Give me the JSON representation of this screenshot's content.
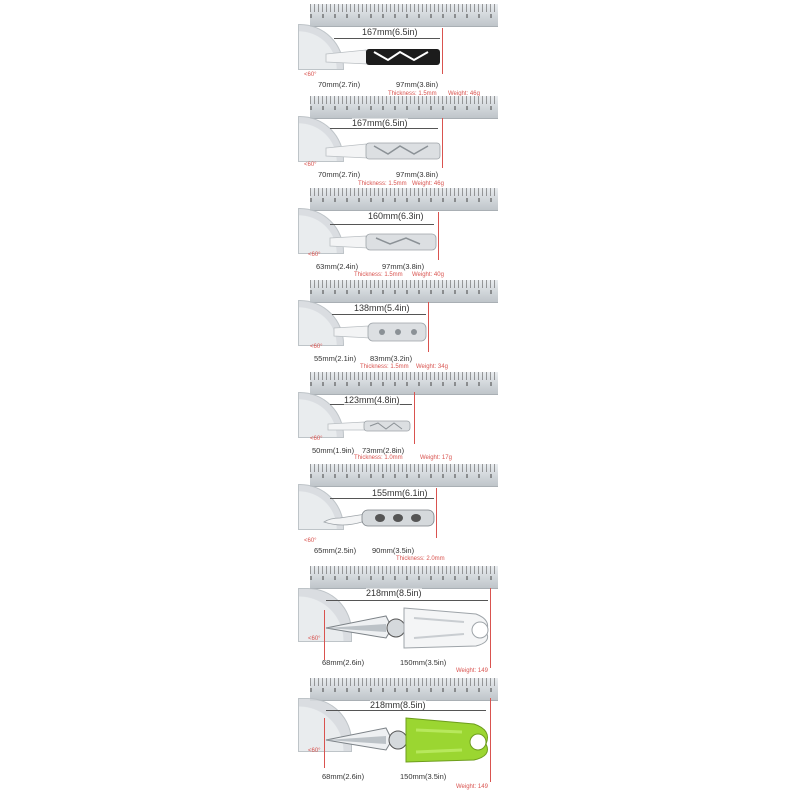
{
  "panels": [
    {
      "total": "167mm(6.5in)",
      "blade": "70mm(2.7in)",
      "handle": "97mm(3.8in)",
      "thickness": "Thickness: 1.5mm",
      "weight": "Weight: 46g",
      "angle": "<60°",
      "style": "black"
    },
    {
      "total": "167mm(6.5in)",
      "blade": "70mm(2.7in)",
      "handle": "97mm(3.8in)",
      "thickness": "Thickness: 1.5mm",
      "weight": "Weight: 46g",
      "angle": "<60°",
      "style": "silver"
    },
    {
      "total": "160mm(6.3in)",
      "blade": "63mm(2.4in)",
      "handle": "97mm(3.8in)",
      "thickness": "Thickness: 1.5mm",
      "weight": "Weight: 40g",
      "angle": "<60°",
      "style": "silver"
    },
    {
      "total": "138mm(5.4in)",
      "blade": "55mm(2.1in)",
      "handle": "83mm(3.2in)",
      "thickness": "Thickness: 1.5mm",
      "weight": "Weight: 34g",
      "angle": "<60°",
      "style": "silver"
    },
    {
      "total": "123mm(4.8in)",
      "blade": "50mm(1.9in)",
      "handle": "73mm(2.8in)",
      "thickness": "Thickness: 1.0mm",
      "weight": "Weight: 17g",
      "angle": "<60°",
      "style": "silver"
    },
    {
      "total": "155mm(6.1in)",
      "blade": "65mm(2.5in)",
      "handle": "90mm(3.5in)",
      "thickness": "Thickness: 2.0mm",
      "weight": "",
      "angle": "<60°",
      "style": "silver"
    },
    {
      "total": "218mm(8.5in)",
      "blade": "68mm(2.6in)",
      "handle": "150mm(3.5in)",
      "thickness": "",
      "weight": "Weight: 149",
      "angle": "<60°",
      "style": "white-shears"
    },
    {
      "total": "218mm(8.5in)",
      "blade": "68mm(2.6in)",
      "handle": "150mm(3.5in)",
      "thickness": "",
      "weight": "Weight: 149",
      "angle": "<60°",
      "style": "green-shears"
    }
  ],
  "colors": {
    "accent_red": "#d9534f",
    "green_handle": "#9bd631",
    "black_handle": "#1c1c1c"
  }
}
